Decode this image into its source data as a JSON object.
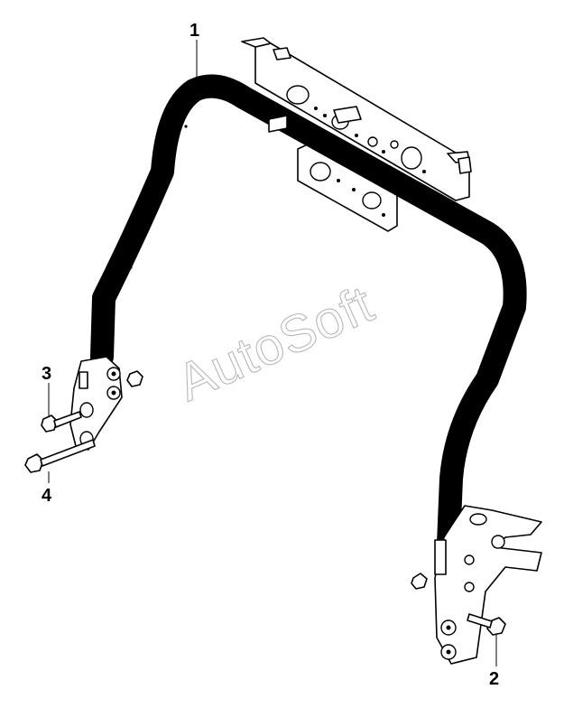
{
  "watermark": {
    "text": "AutoSoft"
  },
  "callouts": [
    {
      "id": "1",
      "label": "1"
    },
    {
      "id": "2",
      "label": "2"
    },
    {
      "id": "3",
      "label": "3"
    },
    {
      "id": "4",
      "label": "4"
    }
  ],
  "colors": {
    "line": "#000000",
    "background": "#ffffff",
    "watermark": "#b8b8b8"
  }
}
